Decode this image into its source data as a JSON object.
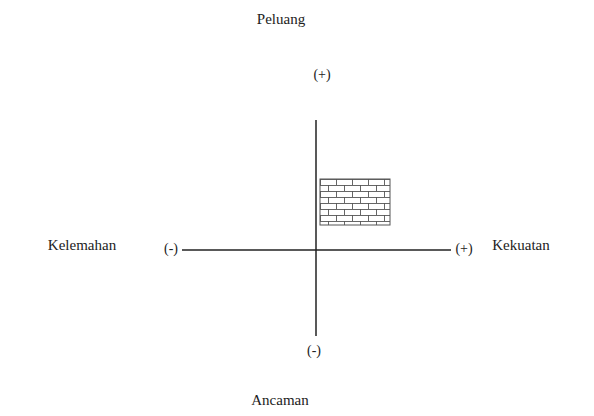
{
  "diagram": {
    "labels": [
      "Peluang",
      "(+)",
      "Kelemahan",
      "(-)",
      "(+)",
      "Kekuatan",
      "(-)",
      "Ancaman"
    ]
  }
}
